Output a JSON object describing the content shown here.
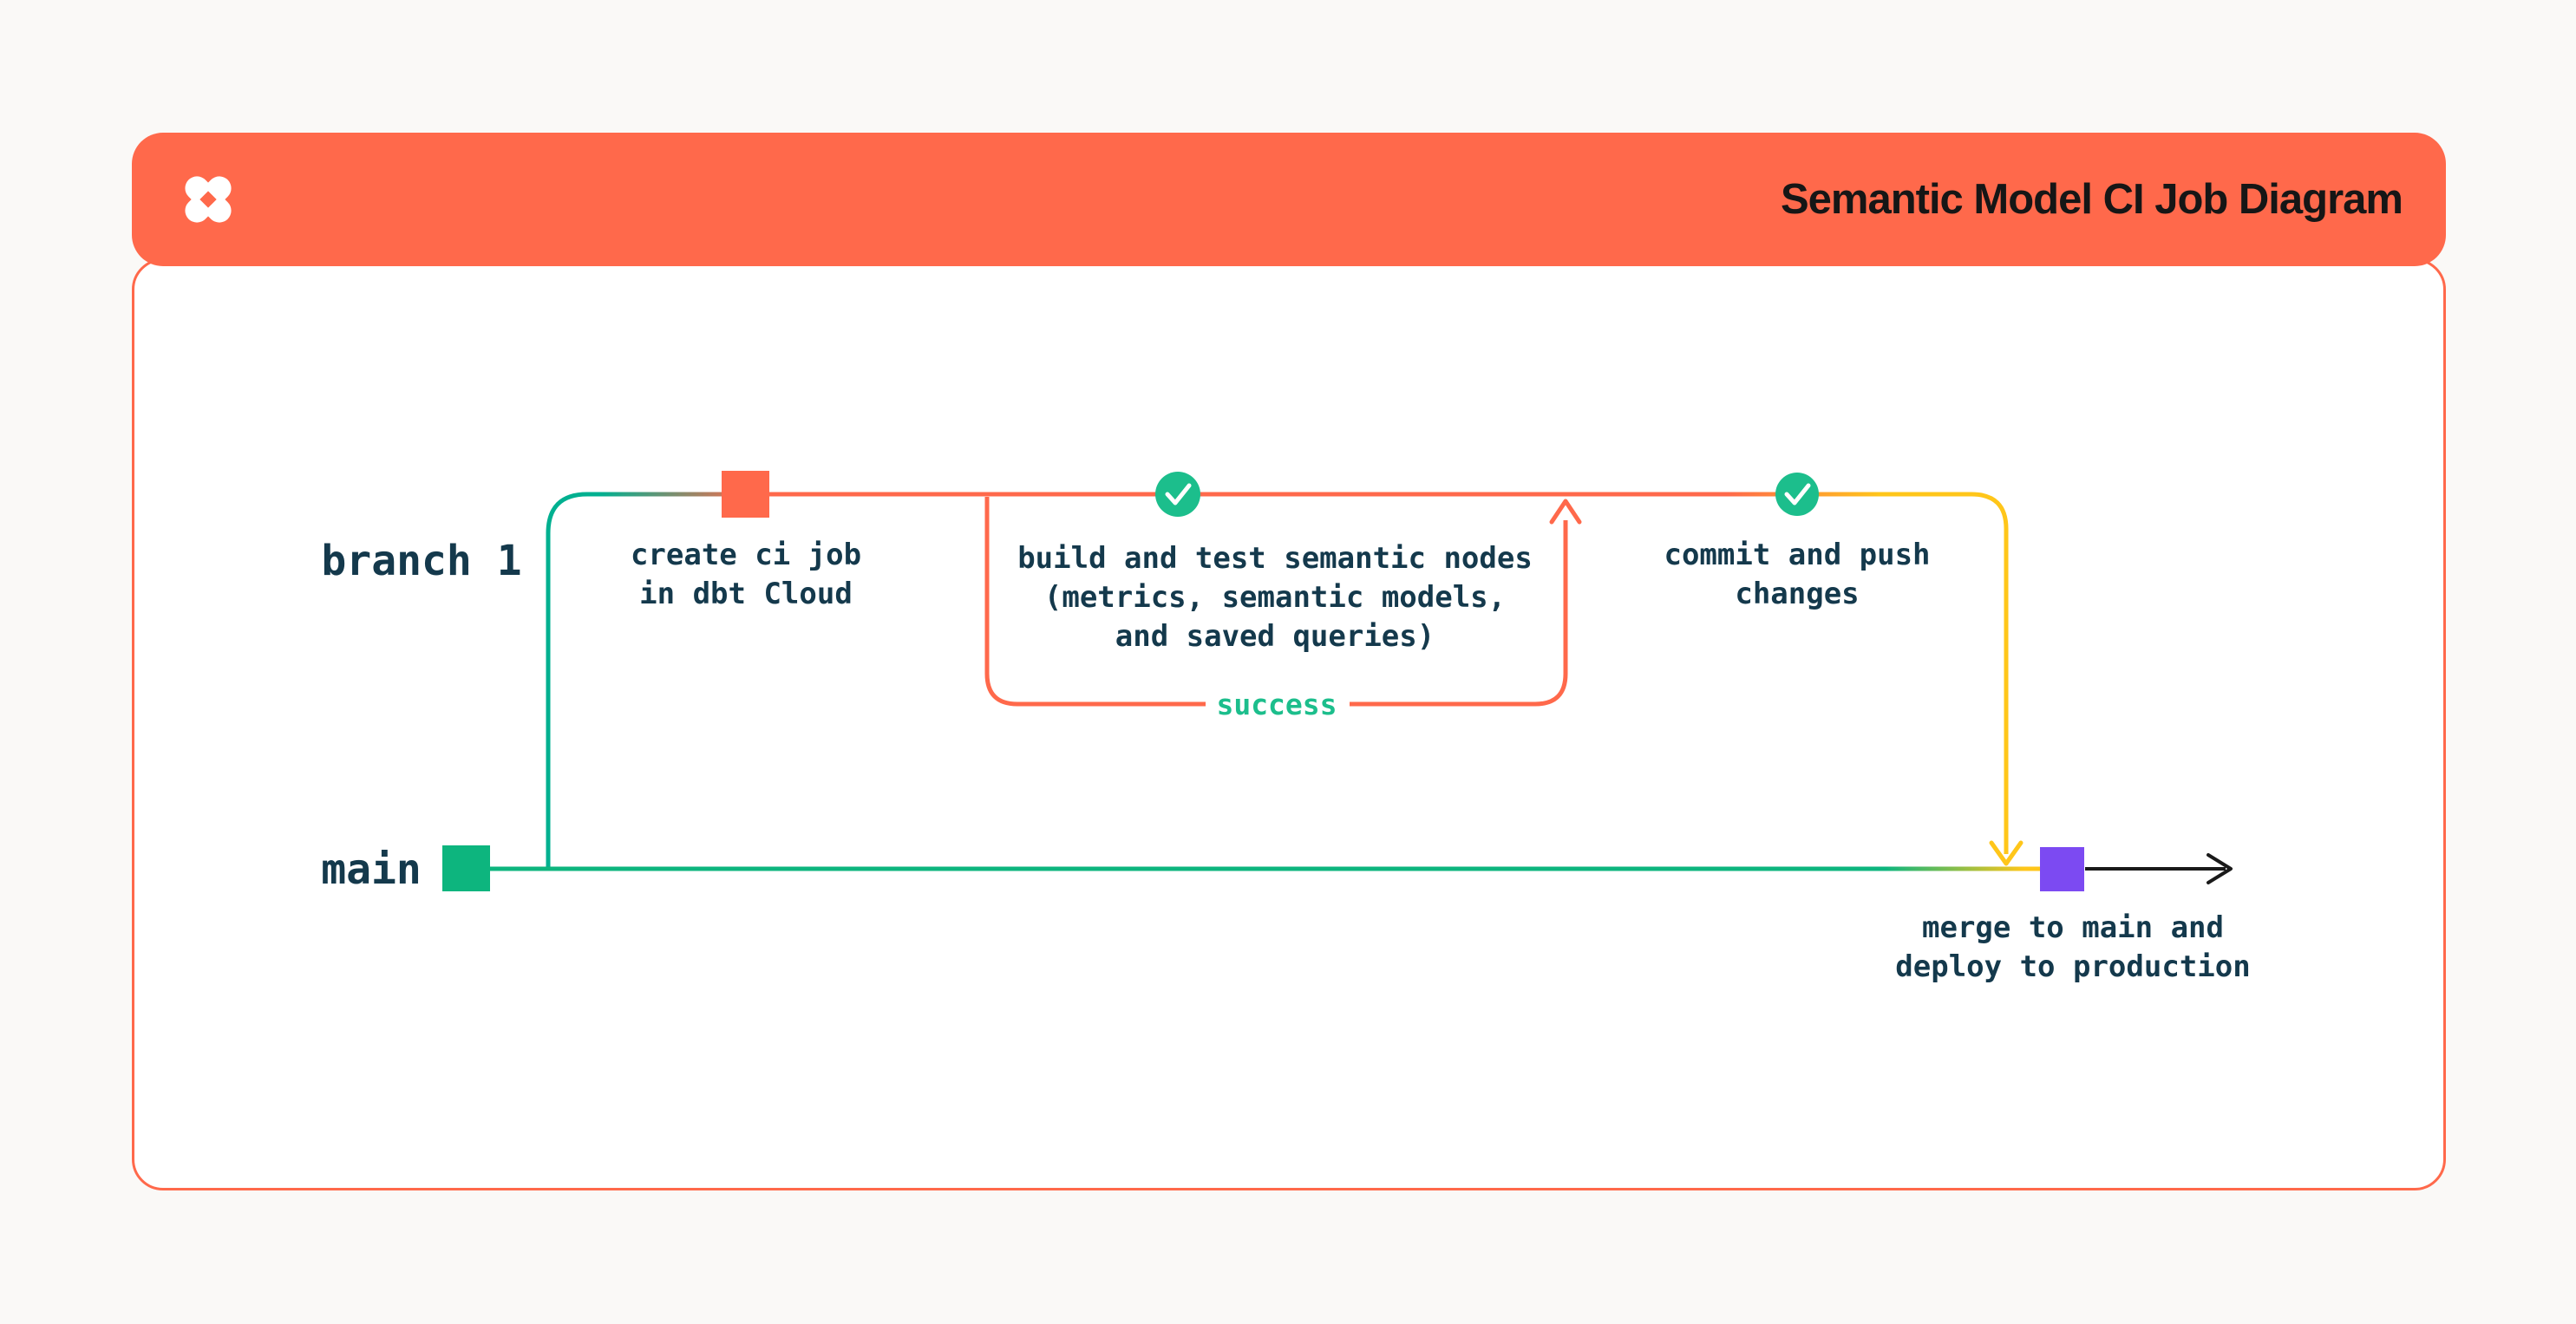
{
  "header": {
    "title": "Semantic Model CI Job Diagram",
    "logo": "dbt-logo"
  },
  "diagram": {
    "branch_label": "branch 1",
    "main_label": "main",
    "success_label": "success",
    "nodes": {
      "create_ci_job": "create ci job\nin dbt Cloud",
      "build_test": "build and test semantic nodes\n(metrics, semantic models,\nand saved queries)",
      "commit_push": "commit and push\nchanges",
      "merge_deploy": "merge to main and\ndeploy to production"
    }
  },
  "colors": {
    "brand_orange": "#FF694B",
    "branch_teal": "#00B090",
    "commit_green": "#0DB57E",
    "check_green": "#1CBE8C",
    "yellow": "#FFC61A",
    "purple": "#7C4AF2",
    "label_dark": "#14394C",
    "title_dark": "#161616",
    "card_bg": "#FFFFFF",
    "page_bg": "#FAF9F7"
  }
}
